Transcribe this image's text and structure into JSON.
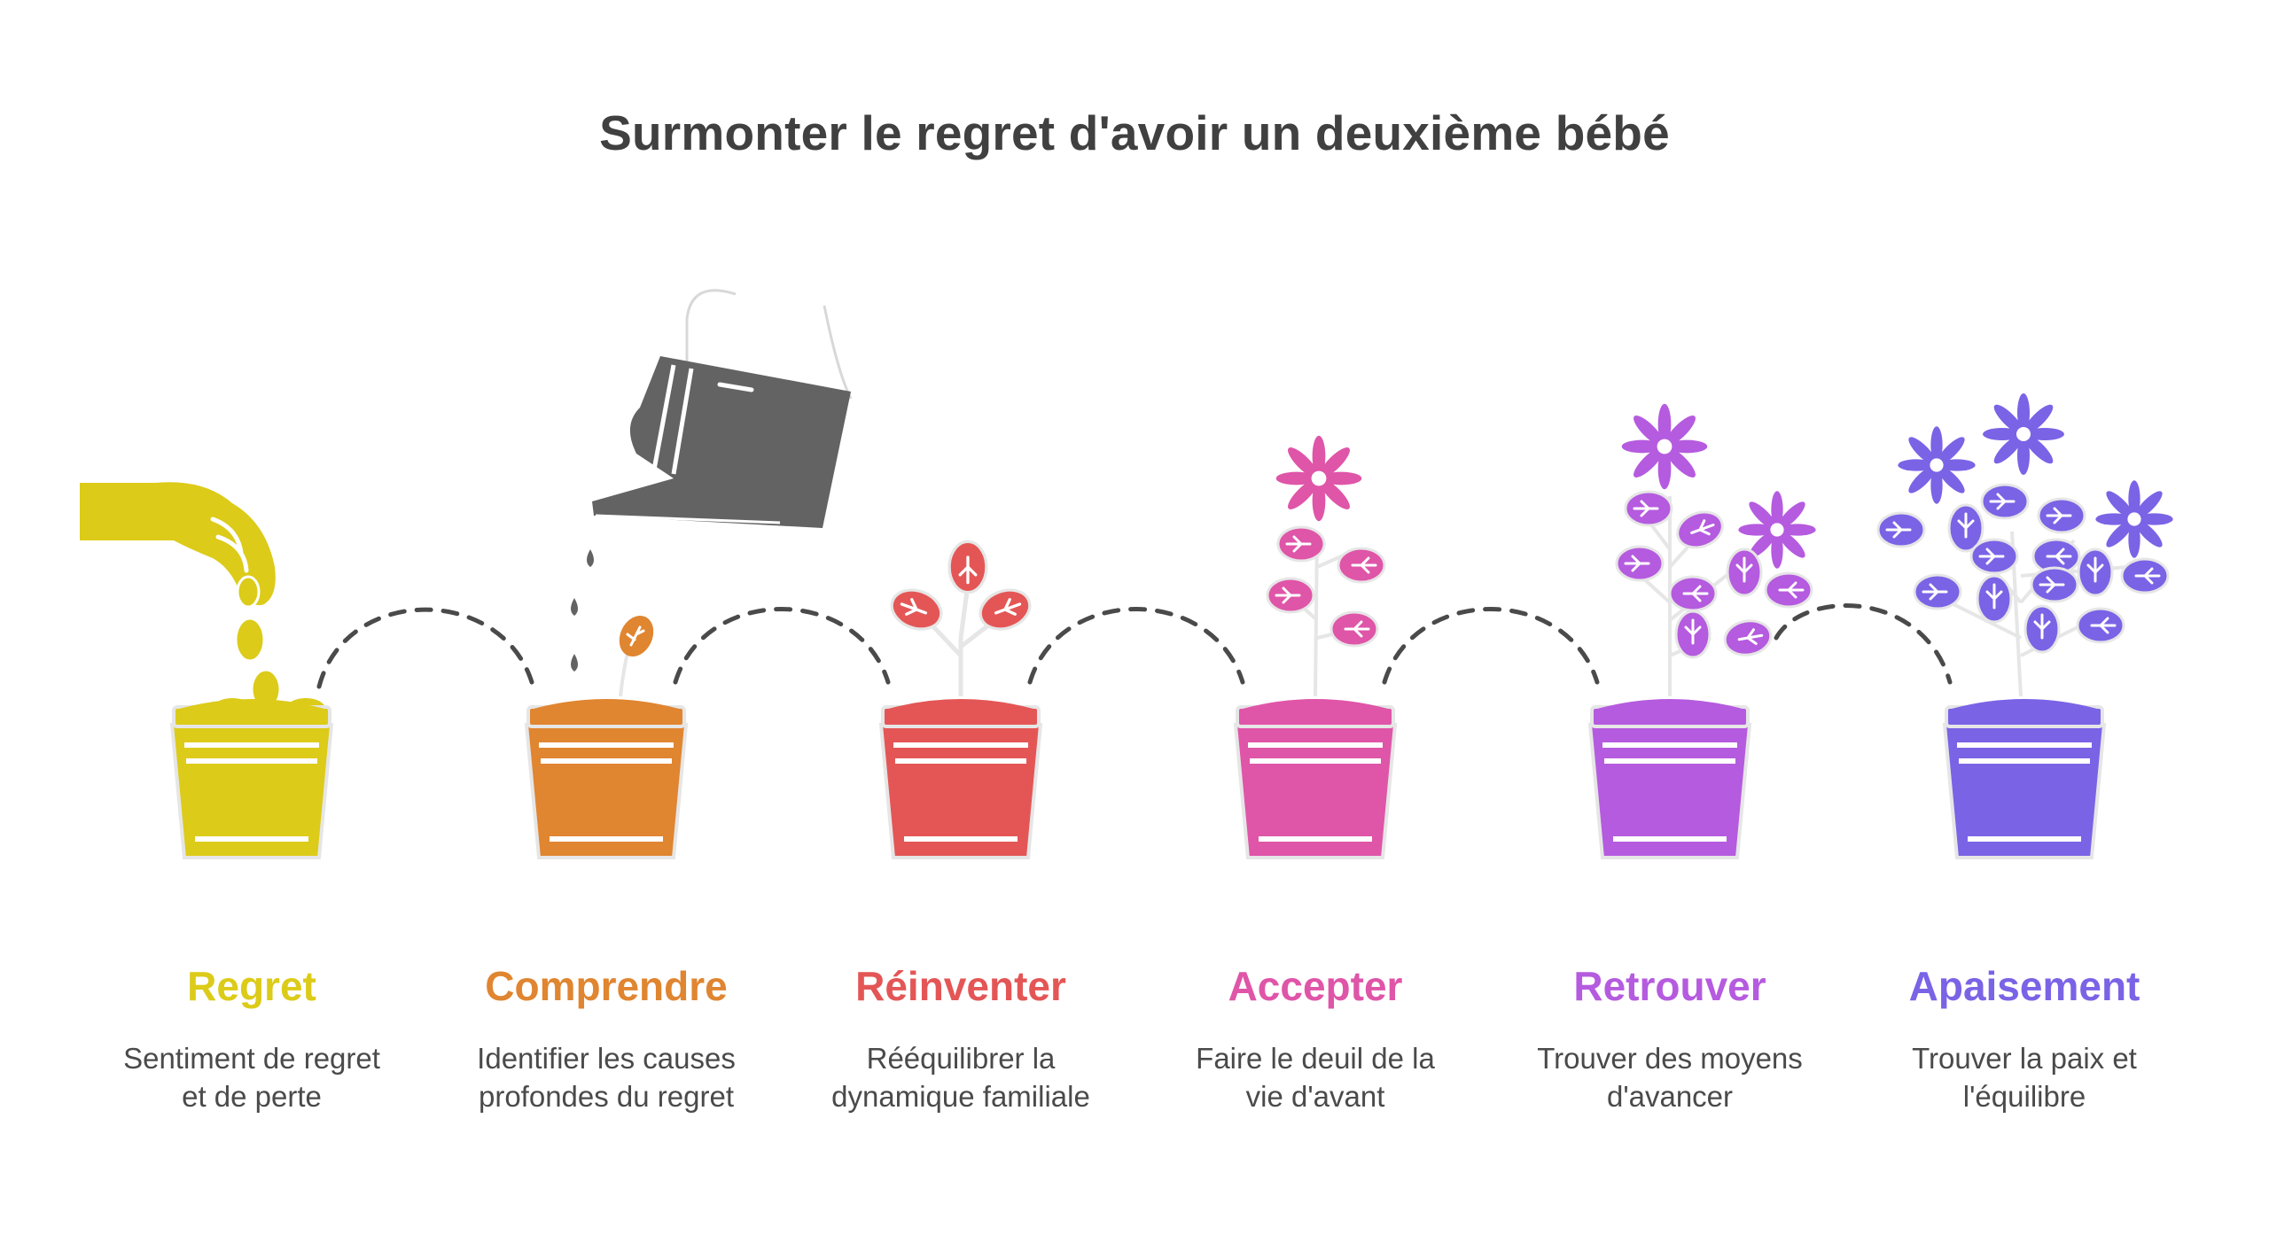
{
  "title": "Surmonter le regret d'avoir un deuxième bébé",
  "steps": [
    {
      "label": "Regret",
      "color": "#dccb18",
      "desc_line1": "Sentiment de regret",
      "desc_line2": "et de perte",
      "icon": "hand-dropping-seeds-icon"
    },
    {
      "label": "Comprendre",
      "color": "#e08530",
      "desc_line1": "Identifier les causes",
      "desc_line2": "profondes du regret",
      "icon": "watering-can-icon"
    },
    {
      "label": "Réinventer",
      "color": "#e45656",
      "desc_line1": "Rééquilibrer la",
      "desc_line2": "dynamique familiale",
      "icon": "sprout-icon"
    },
    {
      "label": "Accepter",
      "color": "#df55a8",
      "desc_line1": "Faire le deuil de la",
      "desc_line2": "vie d'avant",
      "icon": "flowering-plant-icon"
    },
    {
      "label": "Retrouver",
      "color": "#b55bdf",
      "desc_line1": "Trouver des moyens",
      "desc_line2": "d'avancer",
      "icon": "flowering-plant-icon"
    },
    {
      "label": "Apaisement",
      "color": "#7b63e6",
      "desc_line1": "Trouver la paix et",
      "desc_line2": "l'équilibre",
      "icon": "flowering-plant-icon"
    }
  ],
  "colors": {
    "title": "#404040",
    "description": "#4a4a4a",
    "connector": "#4a4a4a",
    "watering_can": "#636363"
  }
}
